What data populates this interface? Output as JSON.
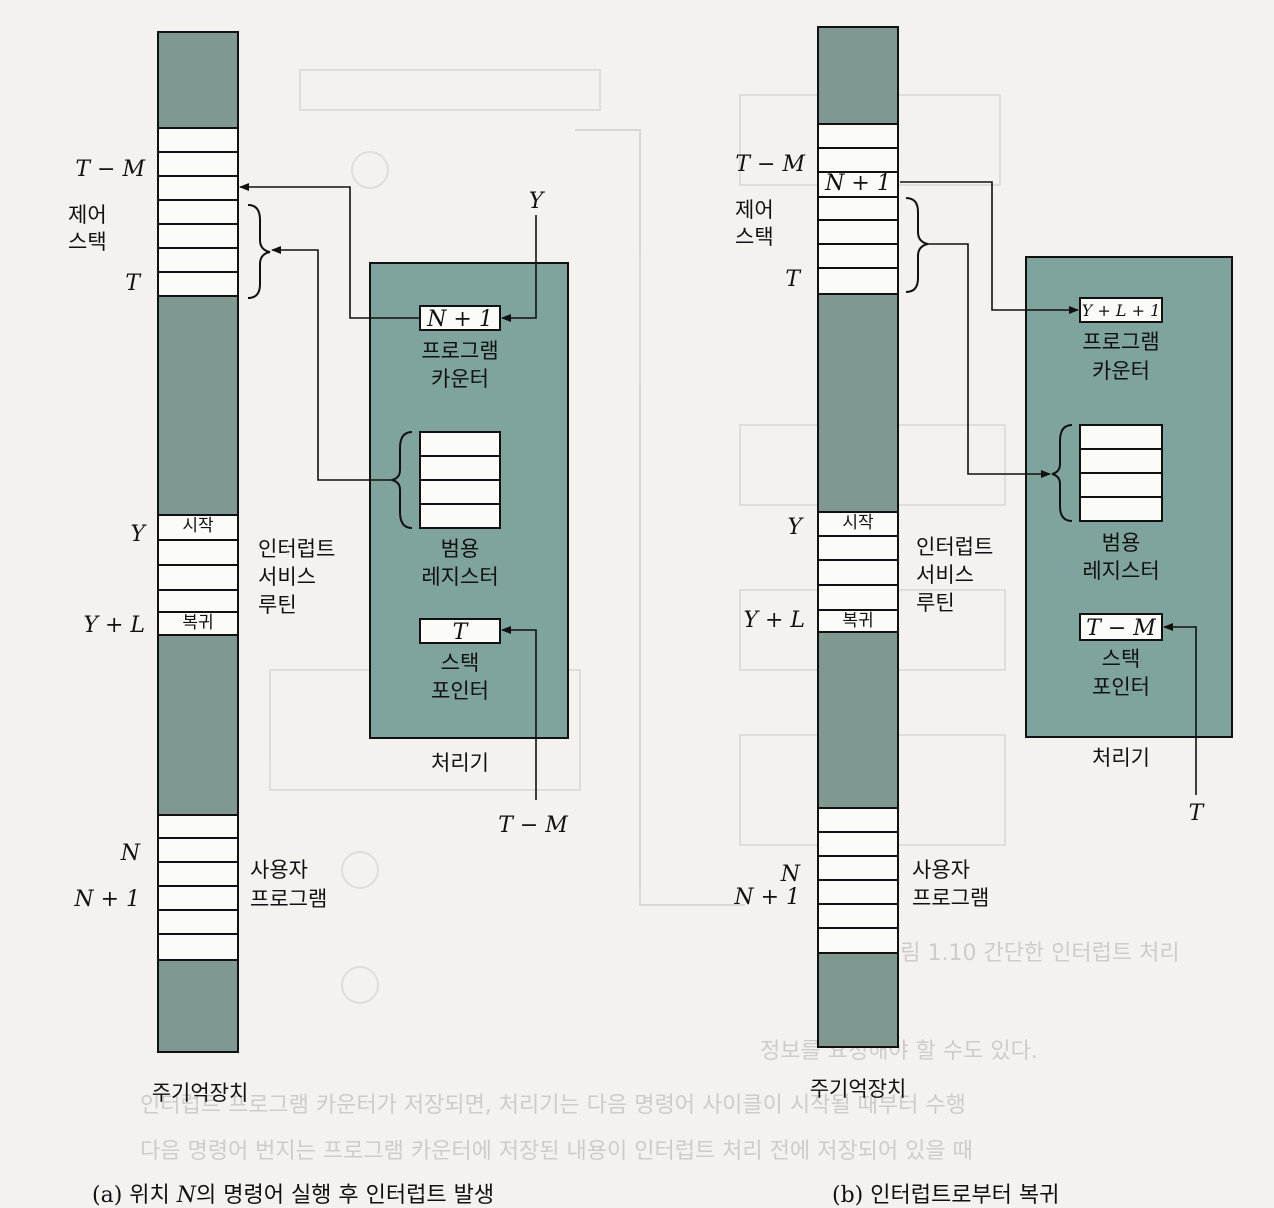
{
  "bleed_through": {
    "figure_caption": "그림 1.10 간단한 인터럽트 처리",
    "body_lines": [
      "정보를 요청해야 할 수도 있다.",
      "인터럽트 프로그램 카운터가 저장되면, 처리기는 다음 명령어 사이클이 시작될 때부터 수행",
      "다음 명령어 번지는 프로그램 카운터에 저장된 내용이 인터럽트 처리 전에 저장되어 있을 때"
    ]
  },
  "panel_a": {
    "memory_label": "주기억장치",
    "addr_t_minus_m": "T − M",
    "stack_label_1": "제어",
    "stack_label_2": "스택",
    "addr_t": "T",
    "addr_y": "Y",
    "addr_y_plus_l": "Y + L",
    "routine_start": "시작",
    "routine_return": "복귀",
    "isr_line_1": "인터럽트",
    "isr_line_2": "서비스",
    "isr_line_3": "루틴",
    "addr_n": "N",
    "addr_n_plus_1": "N + 1",
    "user_prog_1": "사용자",
    "user_prog_2": "프로그램",
    "processor_label": "처리기",
    "pc_value": "N + 1",
    "pc_label_1": "프로그램",
    "pc_label_2": "카운터",
    "gpr_label_1": "범용",
    "gpr_label_2": "레지스터",
    "sp_value": "T",
    "sp_label_1": "스택",
    "sp_label_2": "포인터",
    "input_y": "Y",
    "input_t_minus_m": "T − M",
    "caption_prefix": "(a) 위치 ",
    "caption_var": "N",
    "caption_suffix": "의 명령어 실행 후 인터럽트 발생"
  },
  "panel_b": {
    "memory_label": "주기억장치",
    "addr_t_minus_m": "T − M",
    "stack_top_value": "N + 1",
    "stack_label_1": "제어",
    "stack_label_2": "스택",
    "addr_t": "T",
    "addr_y": "Y",
    "addr_y_plus_l": "Y + L",
    "routine_start": "시작",
    "routine_return": "복귀",
    "isr_line_1": "인터럽트",
    "isr_line_2": "서비스",
    "isr_line_3": "루틴",
    "addr_n": "N",
    "addr_n_plus_1": "N + 1",
    "user_prog_1": "사용자",
    "user_prog_2": "프로그램",
    "processor_label": "처리기",
    "pc_value": "Y + L + 1",
    "pc_label_1": "프로그램",
    "pc_label_2": "카운터",
    "gpr_label_1": "범용",
    "gpr_label_2": "레지스터",
    "sp_value": "T − M",
    "sp_label_1": "스택",
    "sp_label_2": "포인터",
    "input_t": "T",
    "caption": "(b) 인터럽트로부터 복귀"
  },
  "colors": {
    "memory_fill": "#7f9891",
    "processor_fill": "#7fa39d",
    "line": "#111111",
    "paper": "#f3f2ee",
    "ghost": "#c9c8c4"
  }
}
